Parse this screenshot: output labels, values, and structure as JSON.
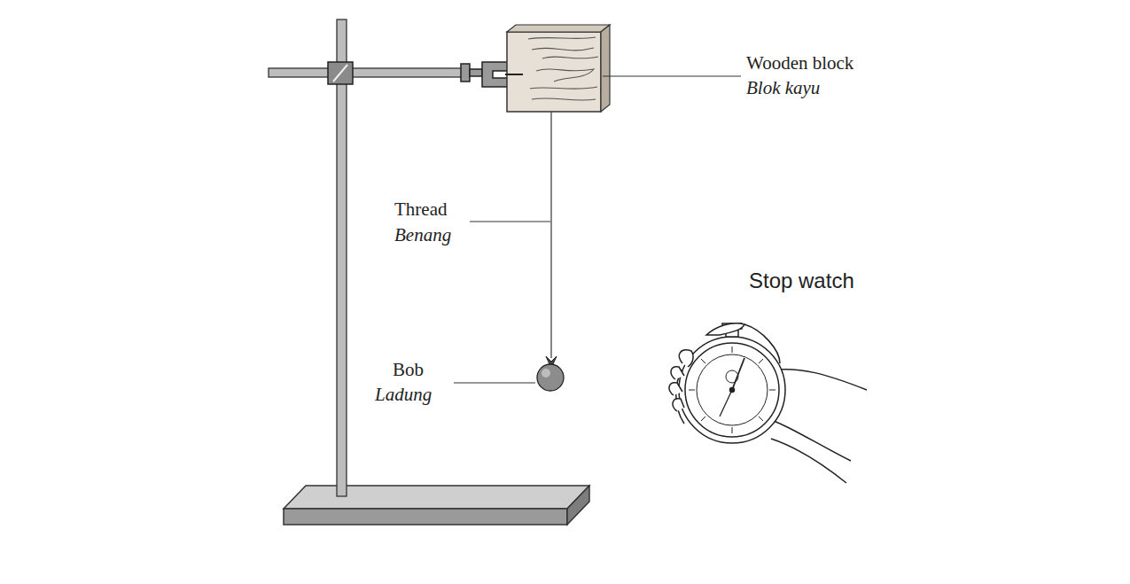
{
  "diagram": {
    "labels": [
      "Wooden block",
      "Blok kayu",
      "Thread",
      "Benang",
      "Stop watch",
      "Bob",
      "Ladung"
    ]
  }
}
